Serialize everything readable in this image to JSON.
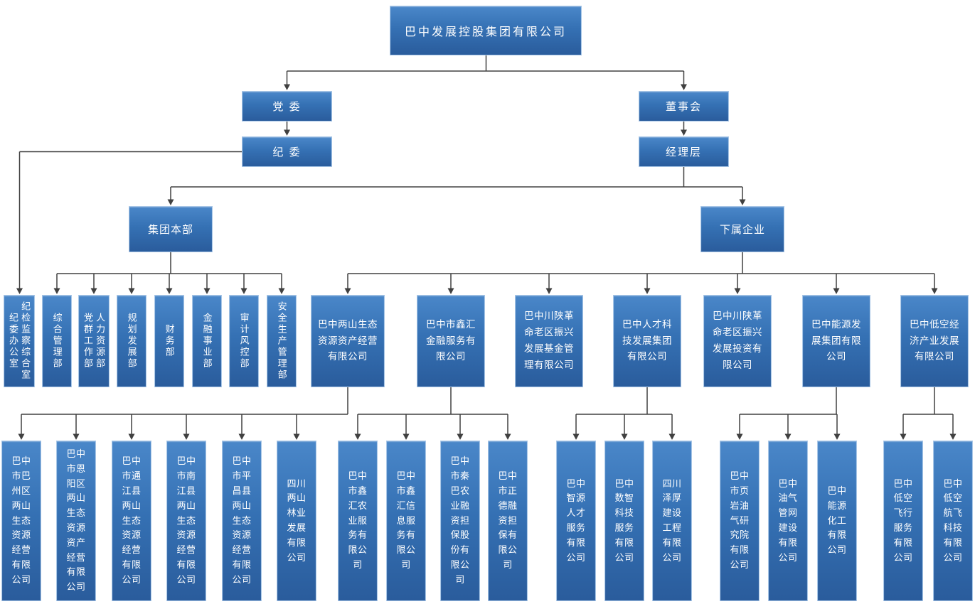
{
  "diagram": {
    "kind": "organization-chart",
    "company": "巴中发展控股集团有限公司"
  },
  "colors": {
    "node_fill_top": "#4a87c9",
    "node_fill_bottom": "#2a5c9c",
    "node_border": "#a9c7e7",
    "node_text": "#ffffff",
    "connector": "#404040",
    "background": "#ffffff"
  },
  "nodes": [
    {
      "id": "root",
      "label": "巴中发展控股集团有限公司",
      "parent": null
    },
    {
      "id": "dangwei",
      "label": "党 委",
      "parent": "root"
    },
    {
      "id": "dongshihui",
      "label": "董事会",
      "parent": "root"
    },
    {
      "id": "jiwei",
      "label": "纪 委",
      "parent": "dangwei"
    },
    {
      "id": "jinglicen",
      "label": "经理层",
      "parent": "dongshihui"
    },
    {
      "id": "benbu",
      "label": "集团本部",
      "parent": "jinglicen"
    },
    {
      "id": "xiashu",
      "label": "下属企业",
      "parent": "jinglicen"
    },
    {
      "id": "d1",
      "label": "纪检监察综合室\n纪委办公室",
      "parent": "jiwei"
    },
    {
      "id": "d2",
      "label": "综合管理部",
      "parent": "benbu"
    },
    {
      "id": "d3",
      "label": "人力资源部\n党群工作部",
      "parent": "benbu"
    },
    {
      "id": "d4",
      "label": "规划发展部",
      "parent": "benbu"
    },
    {
      "id": "d5",
      "label": "财务部",
      "parent": "benbu"
    },
    {
      "id": "d6",
      "label": "金融事业部",
      "parent": "benbu"
    },
    {
      "id": "d7",
      "label": "审计风控部",
      "parent": "benbu"
    },
    {
      "id": "d8",
      "label": "安全生产管理部",
      "parent": "benbu"
    },
    {
      "id": "c1",
      "label": "巴中两山生态资源资产经营有限公司",
      "parent": "xiashu"
    },
    {
      "id": "c2",
      "label": "巴中市鑫汇金融服务有限公司",
      "parent": "xiashu"
    },
    {
      "id": "c3",
      "label": "巴中川陕革命老区振兴发展基金管理有限公司",
      "parent": "xiashu"
    },
    {
      "id": "c4",
      "label": "巴中人才科技发展集团有限公司",
      "parent": "xiashu"
    },
    {
      "id": "c5",
      "label": "巴中川陕革命老区振兴发展投资有限公司",
      "parent": "xiashu"
    },
    {
      "id": "c6",
      "label": "巴中能源发展集团有限公司",
      "parent": "xiashu"
    },
    {
      "id": "c7",
      "label": "巴中低空经济产业发展有限公司",
      "parent": "xiashu"
    },
    {
      "id": "a1",
      "label": "巴中市巴州区两山生态资源经营有限公司",
      "parent": "c1"
    },
    {
      "id": "a2",
      "label": "巴中市恩阳区两山生态资源资产经营有限公司",
      "parent": "c1"
    },
    {
      "id": "a3",
      "label": "巴中市通江县两山生态资源经营有限公司",
      "parent": "c1"
    },
    {
      "id": "a4",
      "label": "巴中市南江县两山生态资源经营有限公司",
      "parent": "c1"
    },
    {
      "id": "a5",
      "label": "巴中市平昌县两山生态资源经营有限公司",
      "parent": "c1"
    },
    {
      "id": "a6",
      "label": "四川两山林业发展有限公司",
      "parent": "c1"
    },
    {
      "id": "b1",
      "label": "巴中市鑫汇农业服务有限公司",
      "parent": "c2"
    },
    {
      "id": "b2",
      "label": "巴中市鑫汇信息服务有限公司",
      "parent": "c2"
    },
    {
      "id": "b3",
      "label": "巴中市秦巴农业融资担保股份有限公司",
      "parent": "c2"
    },
    {
      "id": "b4",
      "label": "巴中市正德融资担保有限公司",
      "parent": "c2"
    },
    {
      "id": "g1",
      "label": "巴中智源人才服务有限公司",
      "parent": "c4"
    },
    {
      "id": "g2",
      "label": "巴中数智科技服务有限公司",
      "parent": "c4"
    },
    {
      "id": "g3",
      "label": "四川泽厚建设工程有限公司",
      "parent": "c4"
    },
    {
      "id": "h1",
      "label": "巴中市页岩油气研究院有限公司",
      "parent": "c6"
    },
    {
      "id": "h2",
      "label": "巴中油气管网建设有限公司",
      "parent": "c6"
    },
    {
      "id": "h3",
      "label": "巴中能源化工有限公司",
      "parent": "c6"
    },
    {
      "id": "e1",
      "label": "巴中低空飞行服务有限公司",
      "parent": "c7"
    },
    {
      "id": "e2",
      "label": "巴中低空航飞科技有限公司",
      "parent": "c7"
    }
  ]
}
